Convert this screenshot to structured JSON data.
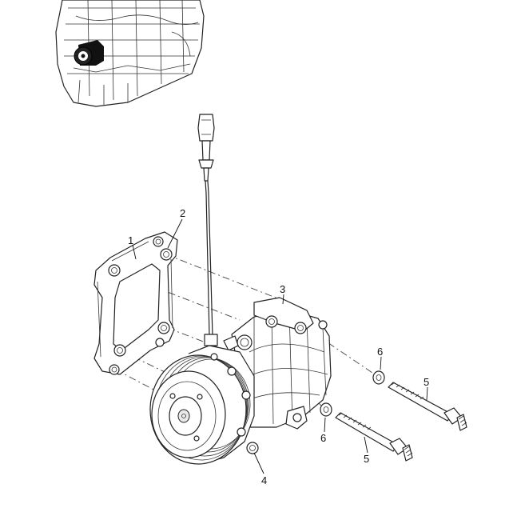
{
  "callouts": [
    {
      "id": "c1",
      "label": "1"
    },
    {
      "id": "c2",
      "label": "2"
    },
    {
      "id": "c3",
      "label": "3"
    },
    {
      "id": "c4",
      "label": "4"
    },
    {
      "id": "c5a",
      "label": "5"
    },
    {
      "id": "c5b",
      "label": "5"
    },
    {
      "id": "c6a",
      "label": "6"
    },
    {
      "id": "c6b",
      "label": "6"
    }
  ],
  "colors": {
    "line": "#222222",
    "highlight": "#111111",
    "background": "#ffffff"
  }
}
